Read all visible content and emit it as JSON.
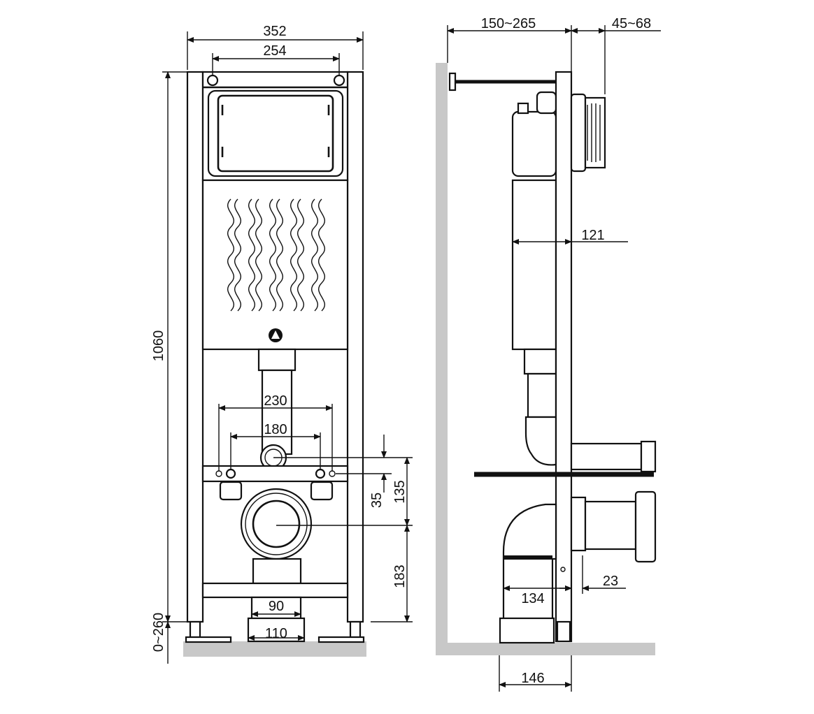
{
  "front_view": {
    "dimensions": {
      "overall_width": "352",
      "bolt_spacing": "254",
      "overall_height": "1060",
      "foot_adjust": "0~260",
      "outer_mount_spacing": "230",
      "inner_mount_spacing": "180",
      "supply_offset": "35",
      "drain_to_crossbar": "135",
      "drain_height": "183",
      "drain_inner": "90",
      "drain_outer": "110"
    }
  },
  "side_view": {
    "dimensions": {
      "wall_distance": "150~265",
      "plate_projection": "45~68",
      "cistern_depth": "121",
      "drain_offset": "134",
      "frame_thickness": "23",
      "drain_width": "146"
    }
  },
  "colors": {
    "line": "#111111",
    "floor": "#c8c8c8"
  }
}
